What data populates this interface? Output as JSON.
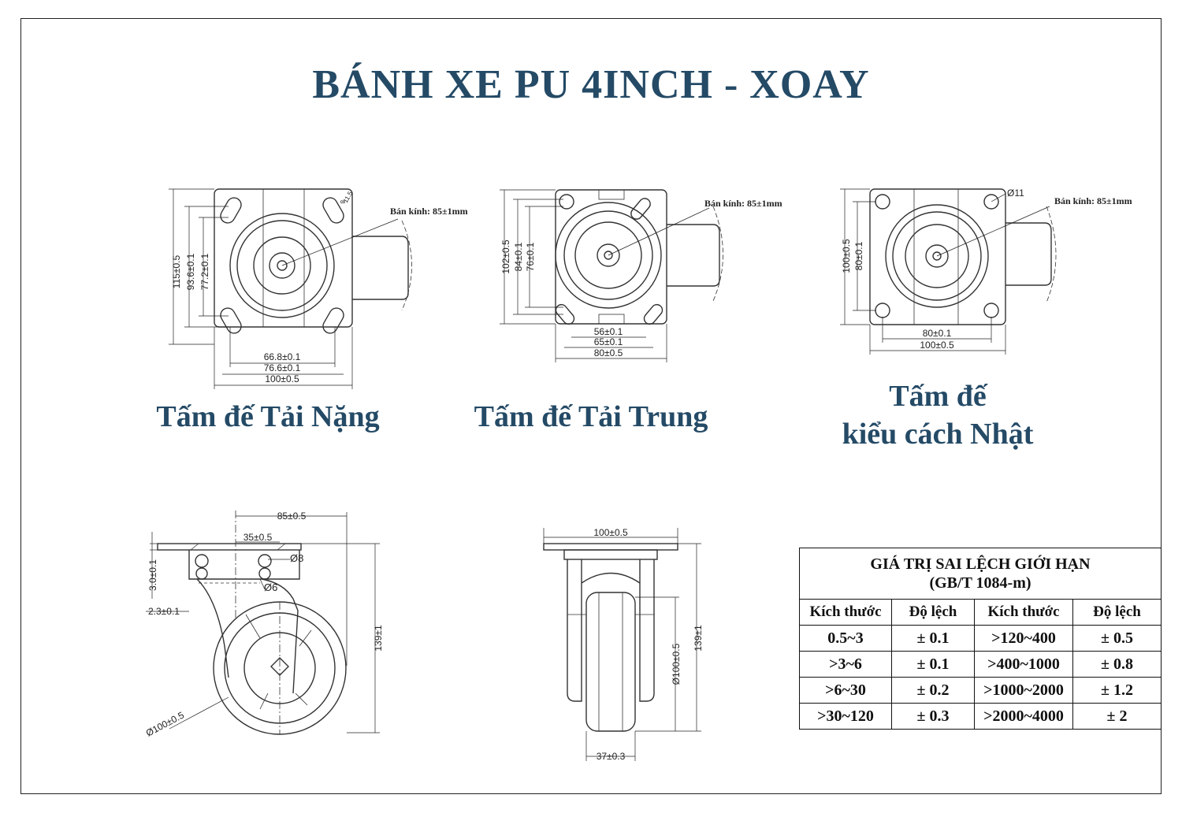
{
  "title": "BÁNH XE PU 4INCH - XOAY",
  "captions": {
    "heavy": "Tấm đế Tải Nặng",
    "medium": "Tấm đế Tải Trung",
    "japan_line1": "Tấm đế",
    "japan_line2": "kiểu cách Nhật"
  },
  "radius_note": "Bán kính: 85±1mm",
  "dims_heavy": {
    "h1": "115±0.5",
    "h2": "93.6±0.1",
    "h3": "77.2±0.1",
    "w1": "66.8±0.1",
    "w2": "76.6±0.1",
    "w3": "100±0.5",
    "slot_a": "8",
    "slot_b": "11.5"
  },
  "dims_medium": {
    "h1": "102±0.5",
    "h2": "84±0.1",
    "h3": "76±0.1",
    "w1": "56±0.1",
    "w2": "65±0.1",
    "w3": "80±0.5"
  },
  "dims_japan": {
    "h1": "100±0.5",
    "h2": "80±0.1",
    "w1": "80±0.1",
    "w2": "100±0.5",
    "hole": "Ø11"
  },
  "dims_side": {
    "top": "85±0.5",
    "offset": "35±0.5",
    "plate": "3.0±0.1",
    "leg": "2.3±0.1",
    "bolt_a": "Ø8",
    "bolt_b": "Ø6",
    "height": "139±1",
    "wheel": "Ø100±0.5"
  },
  "dims_front": {
    "plate": "100±0.5",
    "wheel": "Ø100±0.5",
    "height": "139±1",
    "width": "37±0.3"
  },
  "tolerance": {
    "title": "GIÁ TRỊ SAI LỆCH GIỚI HẠN",
    "standard": "(GB/T 1084-m)",
    "headers": [
      "Kích thước",
      "Độ lệch",
      "Kích thước",
      "Độ lệch"
    ],
    "rows": [
      [
        "0.5~3",
        "± 0.1",
        ">120~400",
        "± 0.5"
      ],
      [
        ">3~6",
        "± 0.1",
        ">400~1000",
        "± 0.8"
      ],
      [
        ">6~30",
        "± 0.2",
        ">1000~2000",
        "± 1.2"
      ],
      [
        ">30~120",
        "± 0.3",
        ">2000~4000",
        "± 2"
      ]
    ]
  }
}
